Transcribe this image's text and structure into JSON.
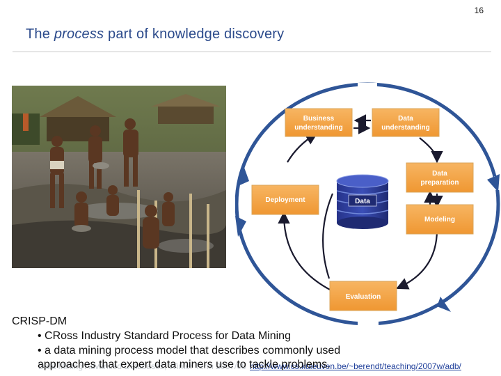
{
  "slide": {
    "page_number": "16",
    "title_before": "The ",
    "title_emphasis": "process",
    "title_after": " part of knowledge discovery"
  },
  "diagram": {
    "stages": {
      "business_line1": "Business",
      "business_line2": "understanding",
      "data_understanding_line1": "Data",
      "data_understanding_line2": "understanding",
      "data_preparation_line1": "Data",
      "data_preparation_line2": "preparation",
      "modeling": "Modeling",
      "evaluation": "Evaluation",
      "deployment": "Deployment"
    },
    "center_label": "Data",
    "colors": {
      "stage_fill": "#f5a545",
      "stage_border": "#d9a45a",
      "arrow": "#1a1a2e",
      "outer_ring": "#2f5597",
      "database": "#2a3a8c"
    }
  },
  "body": {
    "heading": "CRISP-DM",
    "bullet1": "• CRoss Industry Standard Process for Data Mining",
    "bullet2": "• a data mining process model that describes commonly used",
    "bullet3": "approaches that expert data miners use to tackle problems."
  },
  "footer": {
    "credit": "Data Mining Advanced Databases, Winter Term 2007/08",
    "link": "http://www.cs.kuleuven.be/~berendt/teaching/2007w/adb/"
  }
}
